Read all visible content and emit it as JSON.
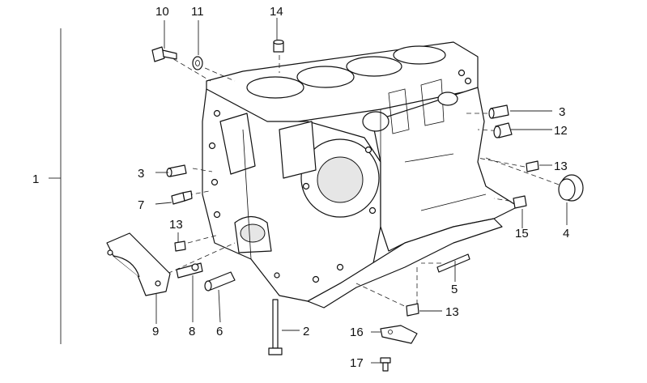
{
  "diagram": {
    "callouts": [
      {
        "id": "c1",
        "text": "1"
      },
      {
        "id": "c2",
        "text": "2"
      },
      {
        "id": "c3a",
        "text": "3"
      },
      {
        "id": "c3b",
        "text": "3"
      },
      {
        "id": "c4",
        "text": "4"
      },
      {
        "id": "c5",
        "text": "5"
      },
      {
        "id": "c6",
        "text": "6"
      },
      {
        "id": "c7",
        "text": "7"
      },
      {
        "id": "c8",
        "text": "8"
      },
      {
        "id": "c9",
        "text": "9"
      },
      {
        "id": "c10",
        "text": "10"
      },
      {
        "id": "c11",
        "text": "11"
      },
      {
        "id": "c12",
        "text": "12"
      },
      {
        "id": "c13a",
        "text": "13"
      },
      {
        "id": "c13b",
        "text": "13"
      },
      {
        "id": "c13c",
        "text": "13"
      },
      {
        "id": "c14",
        "text": "14"
      },
      {
        "id": "c15",
        "text": "15"
      },
      {
        "id": "c16",
        "text": "16"
      },
      {
        "id": "c17",
        "text": "17"
      }
    ]
  }
}
